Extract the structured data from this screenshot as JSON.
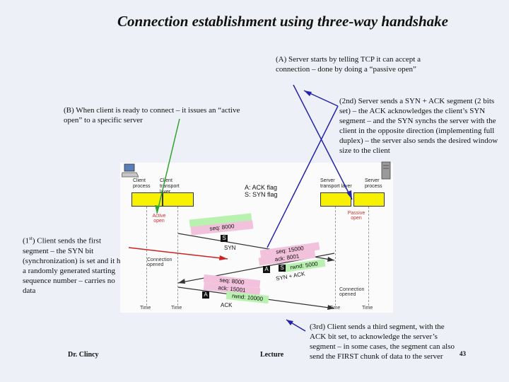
{
  "title": "Connection establishment using three-way handshake",
  "notes": {
    "a": "(A) Server starts by telling TCP it can accept a connection – done by doing a “passive open”",
    "b": "(B) When client is ready to connect – it issues an “active open” to a specific server",
    "second": "(2nd) Server sends a SYN + ACK segment (2 bits set) – the ACK acknowledges the client’s SYN segment – and the SYN synchs the server with the client in the opposite direction (implementing full duplex) – the server also sends the desired window size to the client",
    "first_prefix": "(1",
    "first_sup": "st",
    "first_rest": ") Client sends the first segment – the SYN bit (synchronization) is set and it has a randomly generated starting sequence number – carries no data",
    "third": "(3rd) Client sends a third segment, with the ACK bit set, to acknowledge the server’s segment – in some cases, the segment can also send the FIRST chunk of data to the server"
  },
  "footer": {
    "author": "Dr. Clincy",
    "lecture": "Lecture",
    "page": "43"
  },
  "diagram": {
    "client_process": "Client process",
    "client_transport": "Client transport layer",
    "server_transport": "Server transport layer",
    "server_process": "Server process",
    "legend_a": "A: ACK flag",
    "legend_s": "S: SYN flag",
    "active_open": "Active open",
    "passive_open": "Passive open",
    "connection_opened_client": "Connection opened",
    "connection_opened_server": "Connection opened",
    "time": "Time",
    "seg1": {
      "seq": "seq: 8000",
      "flag": "S",
      "label": "SYN"
    },
    "seg2": {
      "seq": "seq: 15000",
      "ack": "ack: 8001",
      "rwnd": "rwnd: 5000",
      "flag_a": "A",
      "flag_s": "S",
      "label": "SYN + ACK"
    },
    "seg3": {
      "seq": "seq: 8000",
      "ack": "ack: 15001",
      "rwnd": "rwnd: 10000",
      "flag": "A",
      "label": "ACK"
    }
  },
  "colors": {
    "segment_green": "#b9f2b0",
    "segment_pink": "#f2c2dc",
    "box_yellow": "#f7f000",
    "arrow_green": "#2ea32e",
    "arrow_blue": "#2222aa",
    "arrow_red": "#cc2222"
  }
}
